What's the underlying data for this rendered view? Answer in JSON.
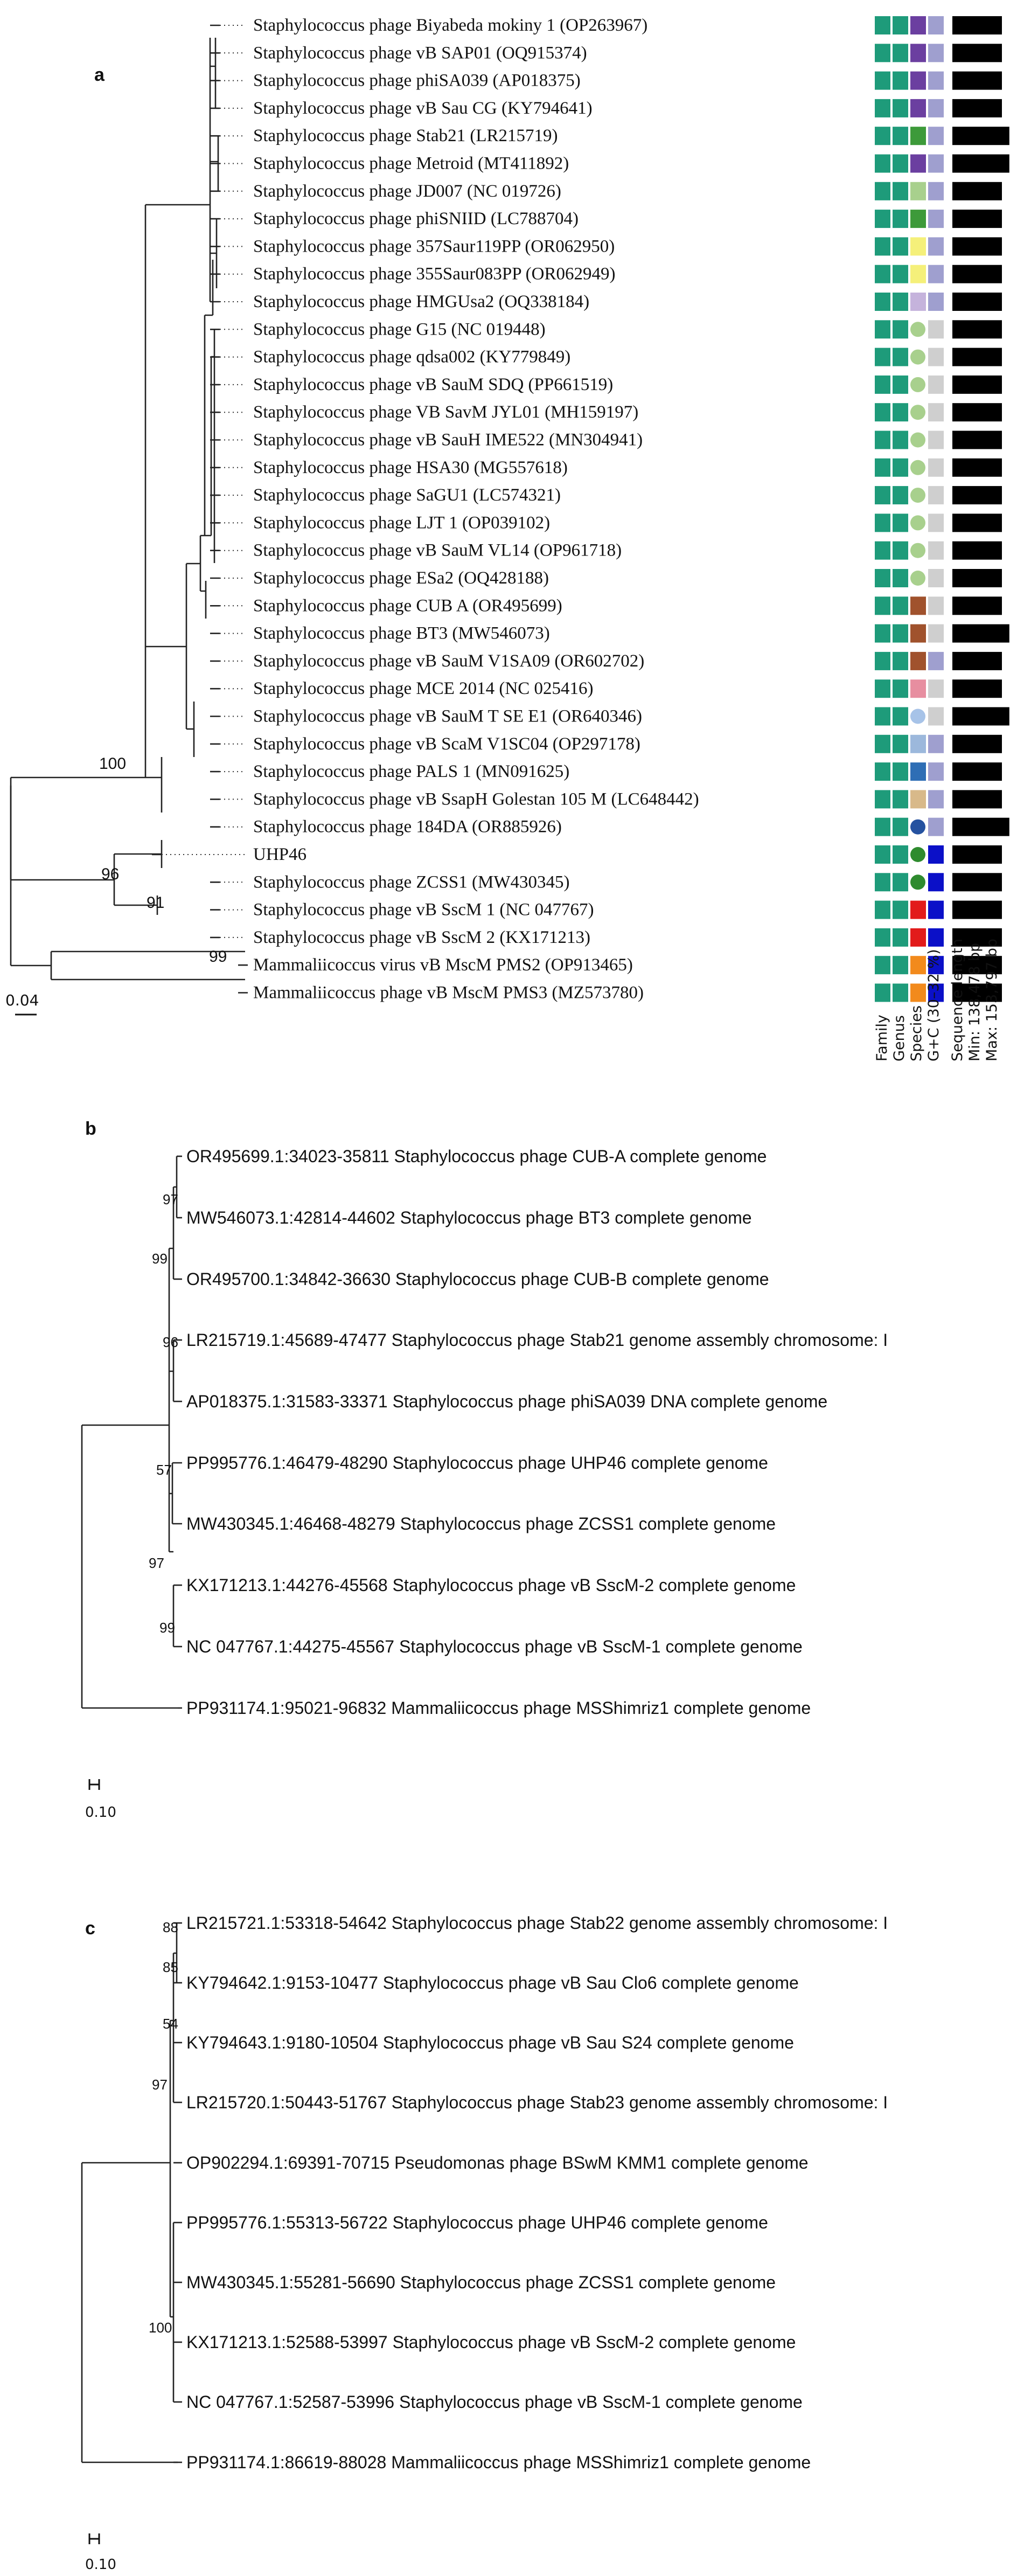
{
  "panel_a": {
    "letter": "a",
    "scale_label": "0.04",
    "tips": [
      {
        "label": "Staphylococcus phage Biyabeda mokiny 1 (OP263967)",
        "codes": [
          "t",
          "t",
          "p",
          "l"
        ],
        "bar": 1
      },
      {
        "label": "Staphylococcus phage vB SAP01 (OQ915374)",
        "codes": [
          "t",
          "t",
          "p",
          "l"
        ],
        "bar": 1
      },
      {
        "label": "Staphylococcus phage phiSA039 (AP018375)",
        "codes": [
          "t",
          "t",
          "p",
          "l"
        ],
        "bar": 1
      },
      {
        "label": "Staphylococcus phage vB Sau CG (KY794641)",
        "codes": [
          "t",
          "t",
          "p",
          "l"
        ],
        "bar": 1
      },
      {
        "label": "Staphylococcus phage Stab21 (LR215719)",
        "codes": [
          "t",
          "t",
          "g",
          "l"
        ],
        "bar": 1.15
      },
      {
        "label": "Staphylococcus phage Metroid (MT411892)",
        "codes": [
          "t",
          "t",
          "p",
          "l"
        ],
        "bar": 1.15
      },
      {
        "label": "Staphylococcus phage JD007 (NC 019726)",
        "codes": [
          "t",
          "t",
          "lg",
          "l"
        ],
        "bar": 1
      },
      {
        "label": "Staphylococcus phage phiSNIID (LC788704)",
        "codes": [
          "t",
          "t",
          "g",
          "l"
        ],
        "bar": 1
      },
      {
        "label": "Staphylococcus phage 357Saur119PP (OR062950)",
        "codes": [
          "t",
          "t",
          "y",
          "l"
        ],
        "bar": 1
      },
      {
        "label": "Staphylococcus phage 355Saur083PP (OR062949)",
        "codes": [
          "t",
          "t",
          "y",
          "l"
        ],
        "bar": 1
      },
      {
        "label": "Staphylococcus phage HMGUsa2 (OQ338184)",
        "codes": [
          "t",
          "t",
          "lv",
          "l"
        ],
        "bar": 1
      },
      {
        "label": "Staphylococcus phage G15 (NC 019448)",
        "codes": [
          "t",
          "t",
          "gc",
          "lg2"
        ],
        "bar": 1
      },
      {
        "label": "Staphylococcus phage qdsa002 (KY779849)",
        "codes": [
          "t",
          "t",
          "gc",
          "lg2"
        ],
        "bar": 1
      },
      {
        "label": "Staphylococcus phage vB SauM SDQ (PP661519)",
        "codes": [
          "t",
          "t",
          "gc",
          "lg2"
        ],
        "bar": 1
      },
      {
        "label": "Staphylococcus phage VB SavM JYL01 (MH159197)",
        "codes": [
          "t",
          "t",
          "gc",
          "lg2"
        ],
        "bar": 1
      },
      {
        "label": "Staphylococcus phage vB SauH IME522 (MN304941)",
        "codes": [
          "t",
          "t",
          "gc",
          "lg2"
        ],
        "bar": 1
      },
      {
        "label": "Staphylococcus phage HSA30 (MG557618)",
        "codes": [
          "t",
          "t",
          "gc",
          "lg2"
        ],
        "bar": 1
      },
      {
        "label": "Staphylococcus phage SaGU1 (LC574321)",
        "codes": [
          "t",
          "t",
          "gc",
          "lg2"
        ],
        "bar": 1
      },
      {
        "label": "Staphylococcus phage LJT 1 (OP039102)",
        "codes": [
          "t",
          "t",
          "gc",
          "lg2"
        ],
        "bar": 1
      },
      {
        "label": "Staphylococcus phage vB SauM VL14 (OP961718)",
        "codes": [
          "t",
          "t",
          "gc",
          "lg2"
        ],
        "bar": 1
      },
      {
        "label": "Staphylococcus phage ESa2 (OQ428188)",
        "codes": [
          "t",
          "t",
          "gc",
          "lg2"
        ],
        "bar": 1
      },
      {
        "label": "Staphylococcus phage CUB A (OR495699)",
        "codes": [
          "t",
          "t",
          "br",
          "lg2"
        ],
        "bar": 1
      },
      {
        "label": "Staphylococcus phage BT3 (MW546073)",
        "codes": [
          "t",
          "t",
          "br",
          "lg2"
        ],
        "bar": 1.15
      },
      {
        "label": "Staphylococcus phage vB SauM V1SA09 (OR602702)",
        "codes": [
          "t",
          "t",
          "br",
          "l"
        ],
        "bar": 1
      },
      {
        "label": "Staphylococcus phage MCE 2014 (NC 025416)",
        "codes": [
          "t",
          "t",
          "pk",
          "lg2"
        ],
        "bar": 1
      },
      {
        "label": "Staphylococcus phage vB SauM T SE E1 (OR640346)",
        "codes": [
          "t",
          "t",
          "lbc",
          "lg2"
        ],
        "bar": 1.15
      },
      {
        "label": "Staphylococcus phage vB ScaM V1SC04 (OP297178)",
        "codes": [
          "t",
          "t",
          "lb",
          "l"
        ],
        "bar": 1
      },
      {
        "label": "Staphylococcus phage PALS 1 (MN091625)",
        "codes": [
          "t",
          "t",
          "b",
          "l"
        ],
        "bar": 1
      },
      {
        "label": "Staphylococcus phage vB SsapH Golestan 105 M (LC648442)",
        "codes": [
          "t",
          "t",
          "tn",
          "l"
        ],
        "bar": 1
      },
      {
        "label": "Staphylococcus phage 184DA (OR885926)",
        "codes": [
          "t",
          "t",
          "bc",
          "l"
        ],
        "bar": 1.15
      },
      {
        "label": "UHP46",
        "codes": [
          "t",
          "t",
          "gc2",
          "bl"
        ],
        "bar": 1
      },
      {
        "label": "Staphylococcus phage ZCSS1 (MW430345)",
        "codes": [
          "t",
          "t",
          "gc2",
          "bl"
        ],
        "bar": 1
      },
      {
        "label": "Staphylococcus phage vB SscM 1 (NC 047767)",
        "codes": [
          "t",
          "t",
          "r",
          "bl"
        ],
        "bar": 1
      },
      {
        "label": "Staphylococcus phage vB SscM 2 (KX171213)",
        "codes": [
          "t",
          "t",
          "r",
          "bl"
        ],
        "bar": 1
      },
      {
        "label": "Mammaliicoccus virus vB MscM PMS2 (OP913465)",
        "codes": [
          "t",
          "t",
          "o",
          "bl"
        ],
        "bar": 1
      },
      {
        "label": "Mammaliicoccus phage vB MscM PMS3 (MZ573780)",
        "codes": [
          "t",
          "t",
          "o",
          "bl"
        ],
        "bar": 1
      }
    ],
    "bootstrap": [
      "100",
      "96",
      "91",
      "99"
    ],
    "columns": [
      "Family",
      "Genus",
      "Species",
      "G+C (30–32 %)",
      "Sequence length",
      "Min: 138,478 bp",
      "Max: 153,797 bp"
    ],
    "colors": {
      "t": "#1e9b7a",
      "p": "#6b3fa0",
      "l": "#9f9fcf",
      "g": "#3d9a3a",
      "lg": "#a8d08d",
      "y": "#f5f07a",
      "lv": "#c5b3dc",
      "gc": "#a8d08d",
      "lg2": "#cfcfcf",
      "br": "#a0522d",
      "pk": "#e78ea0",
      "lbc": "#a7c3e8",
      "lb": "#9cb8dc",
      "b": "#2e6eb5",
      "tn": "#d8b98a",
      "bc": "#2552a0",
      "gc2": "#2e8b2e",
      "bl": "#0b10c8",
      "r": "#e21b1b",
      "o": "#f28a1c",
      "bar": "#000000"
    }
  },
  "panel_b": {
    "letter": "b",
    "scale_label": "0.10",
    "tips": [
      "OR495699.1:34023-35811 Staphylococcus phage CUB-A complete genome",
      "MW546073.1:42814-44602 Staphylococcus phage BT3 complete genome",
      "OR495700.1:34842-36630 Staphylococcus phage CUB-B complete genome",
      "LR215719.1:45689-47477 Staphylococcus phage Stab21 genome assembly chromosome: I",
      "AP018375.1:31583-33371 Staphylococcus phage phiSA039 DNA complete genome",
      "PP995776.1:46479-48290 Staphylococcus phage UHP46 complete genome",
      "MW430345.1:46468-48279 Staphylococcus phage ZCSS1 complete genome",
      "KX171213.1:44276-45568 Staphylococcus phage vB SscM-2 complete genome",
      "NC 047767.1:44275-45567 Staphylococcus phage vB SscM-1 complete genome",
      "PP931174.1:95021-96832 Mammaliicoccus phage MSShimriz1 complete genome"
    ],
    "bootstrap": [
      "97",
      "99",
      "96",
      "57",
      "97",
      "99"
    ]
  },
  "panel_c": {
    "letter": "c",
    "scale_label": "0.10",
    "tips": [
      "LR215721.1:53318-54642 Staphylococcus phage Stab22 genome assembly chromosome: I",
      "KY794642.1:9153-10477 Staphylococcus phage vB Sau Clo6 complete genome",
      "KY794643.1:9180-10504 Staphylococcus phage vB Sau S24 complete genome",
      "LR215720.1:50443-51767 Staphylococcus phage Stab23 genome assembly chromosome: I",
      "OP902294.1:69391-70715 Pseudomonas phage BSwM KMM1 complete genome",
      "PP995776.1:55313-56722 Staphylococcus phage UHP46 complete genome",
      "MW430345.1:55281-56690 Staphylococcus phage ZCSS1 complete genome",
      "KX171213.1:52588-53997 Staphylococcus phage vB SscM-2 complete genome",
      "NC 047767.1:52587-53996 Staphylococcus phage vB SscM-1 complete genome",
      "PP931174.1:86619-88028 Mammaliicoccus phage MSShimriz1 complete genome"
    ],
    "bootstrap": [
      "88",
      "85",
      "54",
      "97",
      "100"
    ]
  }
}
